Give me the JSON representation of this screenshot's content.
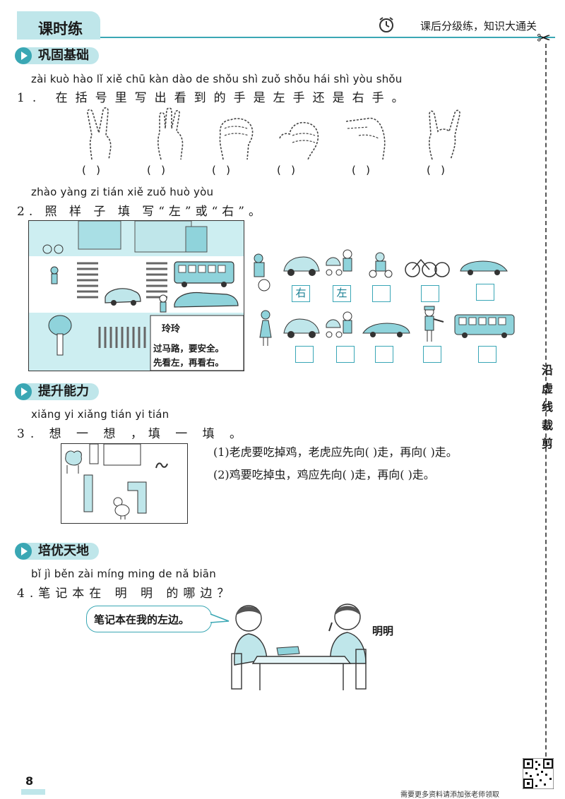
{
  "header": {
    "tab_title": "课时练",
    "slogan": "课后分级练，知识大通关"
  },
  "cut_label": "沿虚线裁剪",
  "sections": {
    "s1": "巩固基础",
    "s2": "提升能力",
    "s3": "培优天地"
  },
  "q1": {
    "pinyin": "zài kuò hào  lǐ  xiě chū kàn dào de shǒu shì zuǒ shǒu hái shì yòu shǒu",
    "text": "1. 在括号里写出看到的手是左手还是右手。",
    "paren": "(   )"
  },
  "q2": {
    "pinyin": "zhào yàng zi tián xiě   zuǒ   huò   yòu",
    "text": "2. 照 样 子 填 写“左”或“右”。",
    "girl_name": "玲玲",
    "tip_line1": "过马路，要安全。",
    "tip_line2": "先看左，再看右。",
    "row1_answers": [
      "右",
      "左",
      "",
      "",
      ""
    ],
    "row2_answers": [
      "",
      "",
      "",
      "",
      ""
    ]
  },
  "q3": {
    "pinyin": "xiǎng yi xiǎng   tián yi tián",
    "text": "3. 想 一 想 ，填 一 填 。",
    "line1": "(1)老虎要吃掉鸡，老虎应先向(      )走，再向(      )走。",
    "line2": "(2)鸡要吃掉虫，鸡应先向(      )走，再向(      )走。"
  },
  "q4": {
    "pinyin": "bǐ  jì  běn zài míng ming de nǎ biān",
    "text": "4.笔记本在 明  明 的哪边？",
    "speech": "笔记本在我的左边。",
    "name": "明明"
  },
  "footer": {
    "page_number": "8",
    "note": "需要更多资料请添加张老师领取"
  }
}
